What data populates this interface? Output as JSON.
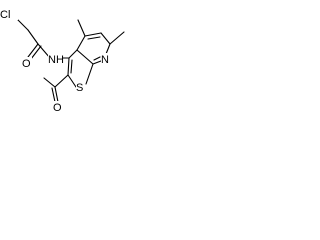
{
  "molecule": {
    "atoms": {
      "chlorine": "Cl",
      "carbonyl_oxygen": "O",
      "amide_nitrogen": "NH",
      "ring_nitrogen": "N",
      "ring_sulfur": "S",
      "acetyl_oxygen": "O"
    }
  }
}
